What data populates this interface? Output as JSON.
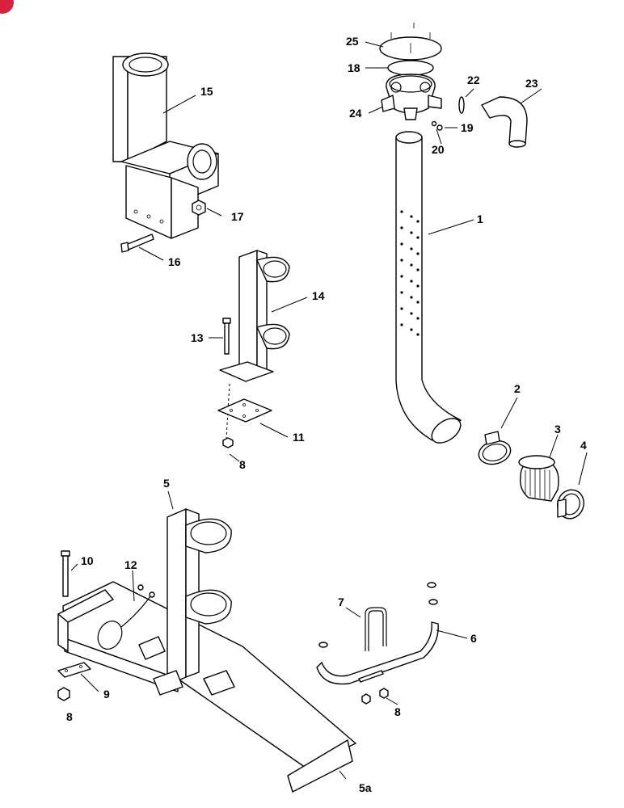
{
  "labels": {
    "p1": "1",
    "p2": "2",
    "p3": "3",
    "p4": "4",
    "p5": "5",
    "p5a": "5a",
    "p6": "6",
    "p7": "7",
    "p8a": "8",
    "p8b": "8",
    "p8c": "8",
    "p9": "9",
    "p10": "10",
    "p11": "11",
    "p12": "12",
    "p13": "13",
    "p14": "14",
    "p15": "15",
    "p16": "16",
    "p17": "17",
    "p18": "18",
    "p19": "19",
    "p20": "20",
    "p22": "22",
    "p23": "23",
    "p24": "24",
    "p25": "25"
  },
  "colors": {
    "ink": "#000000",
    "paper": "#ffffff",
    "corner_badge": "#d81f3c"
  }
}
